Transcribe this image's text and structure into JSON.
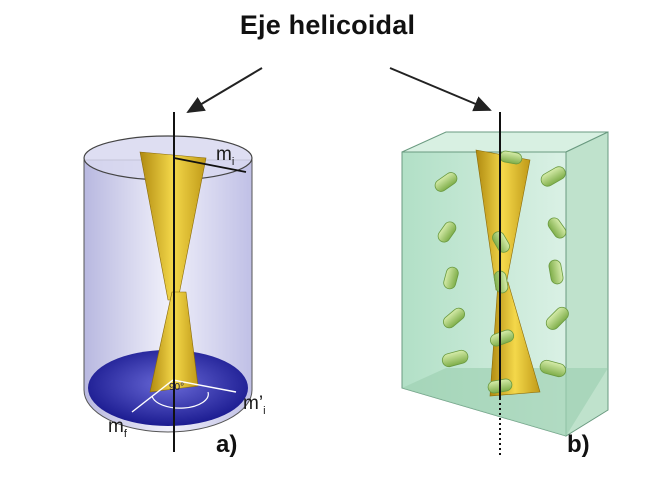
{
  "title": "Eje helicoidal",
  "panels": [
    {
      "label": "a)"
    },
    {
      "label": "b)"
    }
  ],
  "cylinder": {
    "label_top": "m",
    "label_top_sub": "i",
    "label_right": "m’",
    "label_right_sub": "i",
    "label_bottom": "m",
    "label_bottom_sub": "f",
    "angle": "90°"
  },
  "colors": {
    "cylinder_fill": "#d8d8f0",
    "cylinder_base": "#2a2aa0",
    "helix_yellow": "#e8c020",
    "box_fill": "#bfe6cf",
    "molecule": "#a8d07a",
    "axis": "#111111"
  }
}
